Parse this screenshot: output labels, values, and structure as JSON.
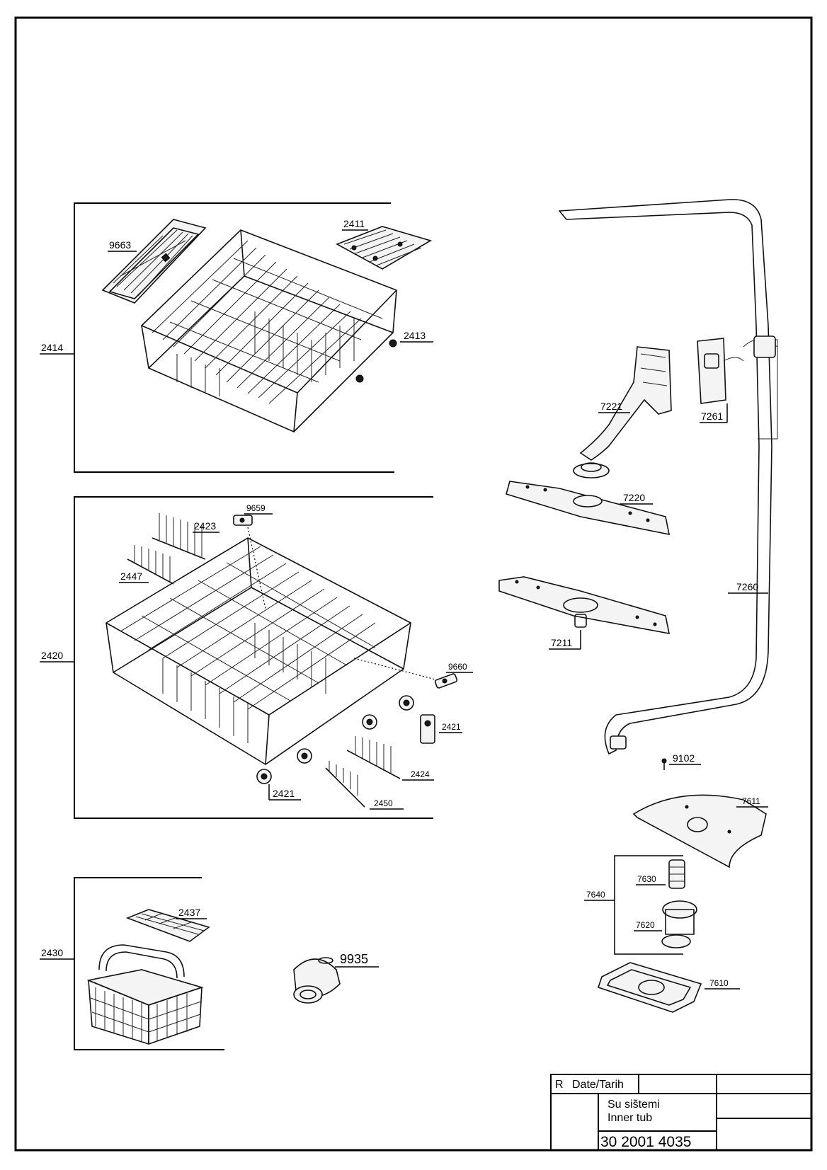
{
  "diagram": {
    "part_labels": {
      "p2414": "2414",
      "p9663": "9663",
      "p2411": "2411",
      "p2413": "2413",
      "p2420": "2420",
      "p9659": "9659",
      "p2423": "2423",
      "p2447": "2447",
      "p9660": "9660",
      "p2421a": "2421",
      "p2421b": "2421",
      "p2424": "2424",
      "p2450": "2450",
      "p2430": "2430",
      "p2437": "2437",
      "p9935": "9935",
      "p7221": "7221",
      "p7261": "7261",
      "p7220": "7220",
      "p7260": "7260",
      "p7211": "7211",
      "p9102": "9102",
      "p7611": "7611",
      "p7630": "7630",
      "p7640": "7640",
      "p7620": "7620",
      "p7610": "7610"
    },
    "title_block": {
      "revision_label": "R",
      "date_label": "Date/Tarih",
      "title_line1": "Su sis̃temi",
      "title_line2": "Inner tub",
      "drawing_number": "30 2001 4035"
    }
  }
}
